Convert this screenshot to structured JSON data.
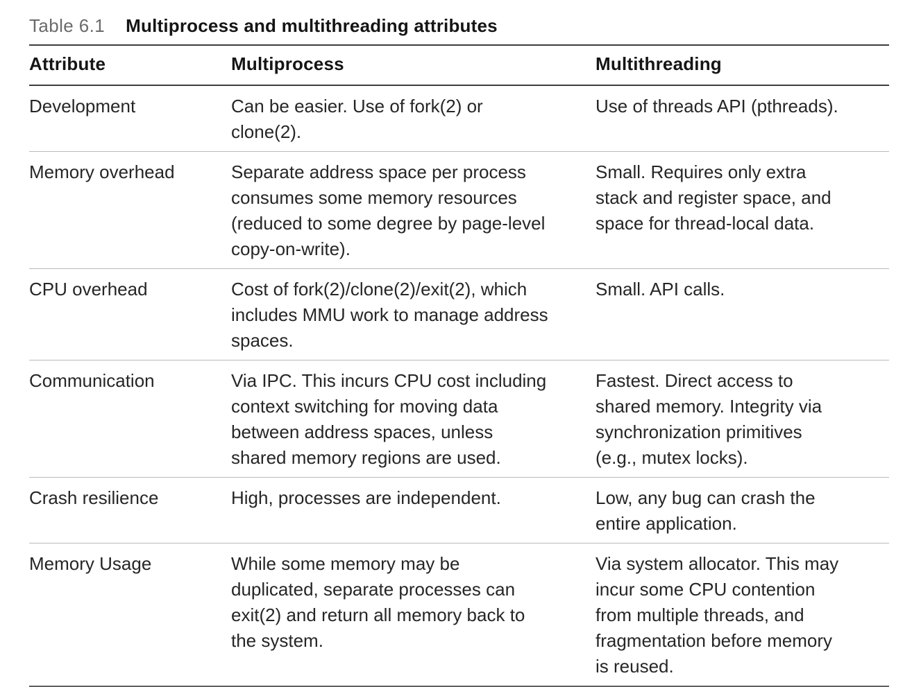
{
  "table": {
    "label": "Table 6.1",
    "title": "Multiprocess and multithreading attributes",
    "columns": [
      "Attribute",
      "Multiprocess",
      "Multithreading"
    ],
    "rows": [
      {
        "attribute": "Development",
        "multiprocess": "Can be easier. Use of fork(2) or clone(2).",
        "multithreading": "Use of threads API (pthreads)."
      },
      {
        "attribute": "Memory overhead",
        "multiprocess": "Separate address space per process consumes some memory resources (reduced to some degree by page-level copy-on-write).",
        "multithreading": "Small. Requires only extra stack and register space, and space for thread-local data."
      },
      {
        "attribute": "CPU overhead",
        "multiprocess": "Cost of fork(2)/clone(2)/exit(2), which includes MMU work to manage address spaces.",
        "multithreading": "Small. API calls."
      },
      {
        "attribute": "Communication",
        "multiprocess": "Via IPC. This incurs CPU cost including context switching for moving data between address spaces, unless shared memory regions are used.",
        "multithreading": "Fastest. Direct access to shared memory. Integrity via synchronization primitives (e.g., mutex locks)."
      },
      {
        "attribute": "Crash resilience",
        "multiprocess": "High, processes are independent.",
        "multithreading": "Low, any bug can crash the entire application."
      },
      {
        "attribute": "Memory Usage",
        "multiprocess": "While some memory may be duplicated, separate processes can exit(2) and return all memory back to the system.",
        "multithreading": "Via system allocator. This may incur some CPU contention from multiple threads, and fragmentation before memory is reused."
      }
    ]
  }
}
